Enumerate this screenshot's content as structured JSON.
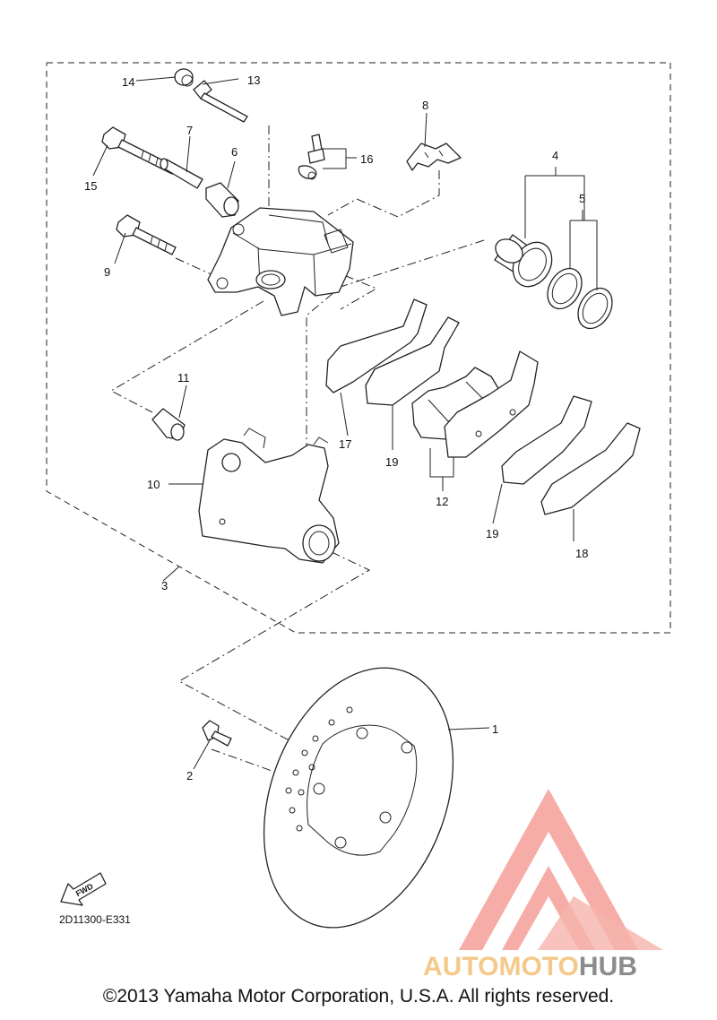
{
  "diagram": {
    "callouts": [
      {
        "id": "1",
        "label": "1"
      },
      {
        "id": "2",
        "label": "2"
      },
      {
        "id": "3",
        "label": "3"
      },
      {
        "id": "4",
        "label": "4"
      },
      {
        "id": "5",
        "label": "5"
      },
      {
        "id": "6",
        "label": "6"
      },
      {
        "id": "7",
        "label": "7"
      },
      {
        "id": "8",
        "label": "8"
      },
      {
        "id": "9",
        "label": "9"
      },
      {
        "id": "10",
        "label": "10"
      },
      {
        "id": "11",
        "label": "11"
      },
      {
        "id": "12",
        "label": "12"
      },
      {
        "id": "13",
        "label": "13"
      },
      {
        "id": "14",
        "label": "14"
      },
      {
        "id": "15",
        "label": "15"
      },
      {
        "id": "16",
        "label": "16"
      },
      {
        "id": "17",
        "label": "17"
      },
      {
        "id": "18",
        "label": "18"
      },
      {
        "id": "19a",
        "label": "19"
      },
      {
        "id": "19b",
        "label": "19"
      }
    ],
    "diagram_code": "2D11300-E331",
    "fwd_label": "FWD"
  },
  "watermark": {
    "brand_part1": "AUTOMOTO",
    "brand_part2": "HUB",
    "color_primary": "#f7a9a3",
    "color_secondary": "#f5c98a",
    "color_hub": "#8c8c8c"
  },
  "footer": {
    "copyright": "©2013 Yamaha Motor Corporation, U.S.A. All rights reserved."
  }
}
